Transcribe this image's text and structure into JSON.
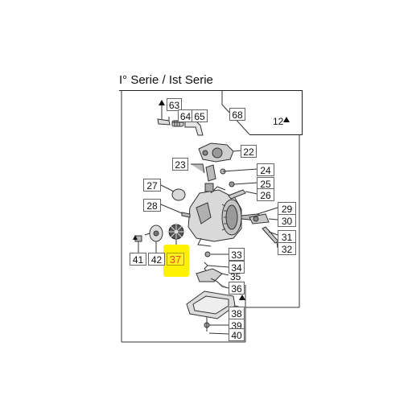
{
  "diagram": {
    "title": "I° Serie / Ist Serie",
    "highlight_color": "#fff200",
    "highlighted_part": "37",
    "part_labels": [
      "63",
      "64",
      "65",
      "68",
      "12",
      "22",
      "23",
      "24",
      "25",
      "26",
      "27",
      "28",
      "29",
      "30",
      "31",
      "32",
      "33",
      "34",
      "35",
      "36",
      "37",
      "38",
      "39",
      "40",
      "41",
      "42"
    ]
  }
}
